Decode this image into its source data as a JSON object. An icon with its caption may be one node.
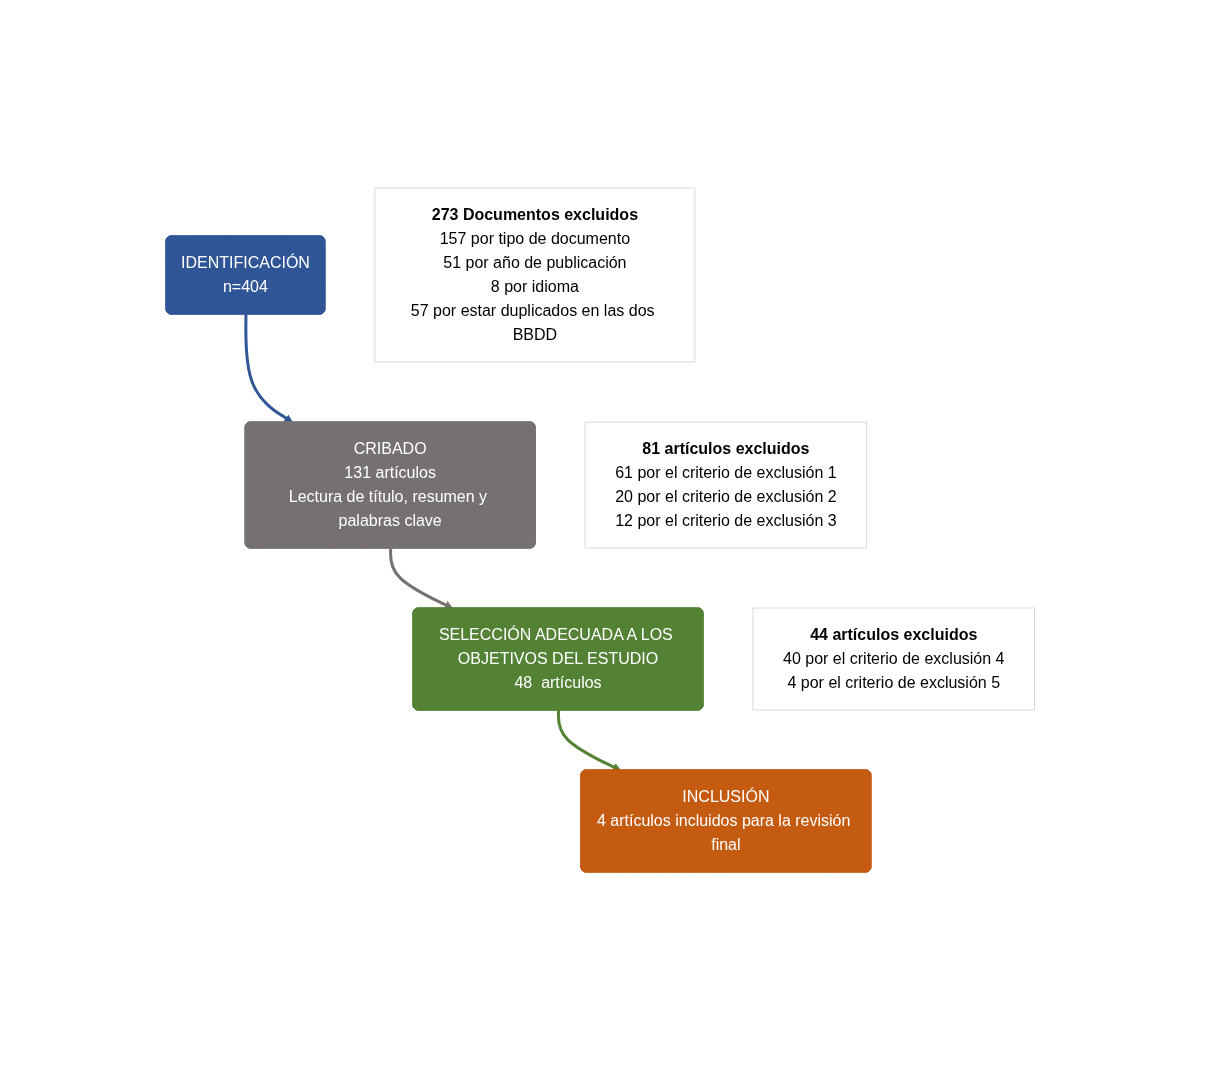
{
  "diagram": {
    "nodes": [
      {
        "text": [
          "IDENTIFICACIÓN",
          "n=404"
        ]
      },
      {
        "text": [
          "273 Documentos excluidos",
          "157 por tipo de documento",
          "51 por año de publicación",
          "8 por idioma",
          "57 por estar duplicados en las dos BBDD"
        ]
      },
      {
        "text": [
          "CRIBADO",
          "131 artículos",
          "Lectura de título, resumen y palabras clave"
        ]
      },
      {
        "text": [
          "81 artículos excluidos",
          "61 por el criterio de exclusión 1",
          "20 por el criterio de exclusión 2",
          "12 por el criterio de exclusión 3"
        ]
      },
      {
        "text": [
          "SELECCIÓN ADECUADA A LOS OBJETIVOS DEL ESTUDIO",
          "48  artículos"
        ]
      },
      {
        "text": [
          "44 artículos excluidos",
          "40 por el criterio de exclusión 4",
          "4 por el criterio de exclusión 5"
        ]
      },
      {
        "text": [
          "INCLUSIÓN",
          "4 artículos incluidos para la revisión final"
        ]
      }
    ],
    "edges": [
      {
        "from": 0,
        "to": 2,
        "arrow": "to",
        "color": "#2f5597"
      },
      {
        "from": 2,
        "to": 4,
        "arrow": "to",
        "color": "#767171"
      },
      {
        "from": 4,
        "to": 6,
        "arrow": "to",
        "color": "#548235"
      }
    ]
  }
}
